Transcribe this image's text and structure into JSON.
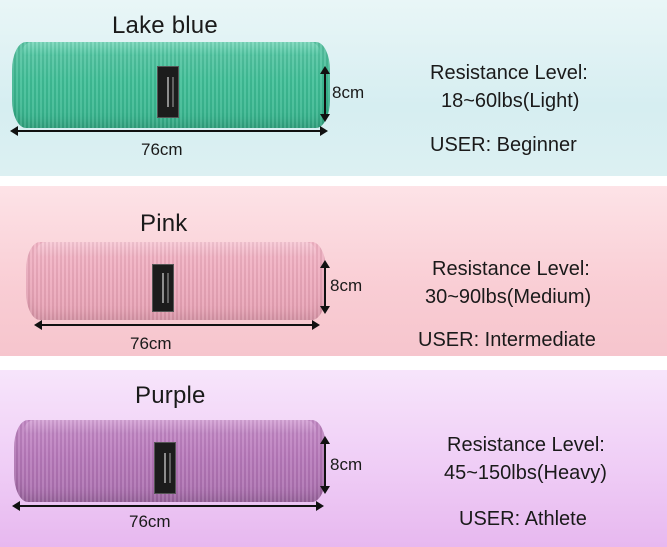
{
  "bands": [
    {
      "color_name": "Lake blue",
      "width_label": "76cm",
      "height_label": "8cm",
      "resistance_label": "Resistance Level:",
      "resistance_value": "18~60lbs(Light)",
      "user_label": "USER: Beginner",
      "band_color": "#3fbf97"
    },
    {
      "color_name": "Pink",
      "width_label": "76cm",
      "height_label": "8cm",
      "resistance_label": "Resistance Level:",
      "resistance_value": "30~90lbs(Medium)",
      "user_label": "USER: Intermediate",
      "band_color": "#eeaabd"
    },
    {
      "color_name": "Purple",
      "width_label": "76cm",
      "height_label": "8cm",
      "resistance_label": "Resistance Level:",
      "resistance_value": "45~150lbs(Heavy)",
      "user_label": "USER: Athlete",
      "band_color": "#b879bb"
    }
  ]
}
